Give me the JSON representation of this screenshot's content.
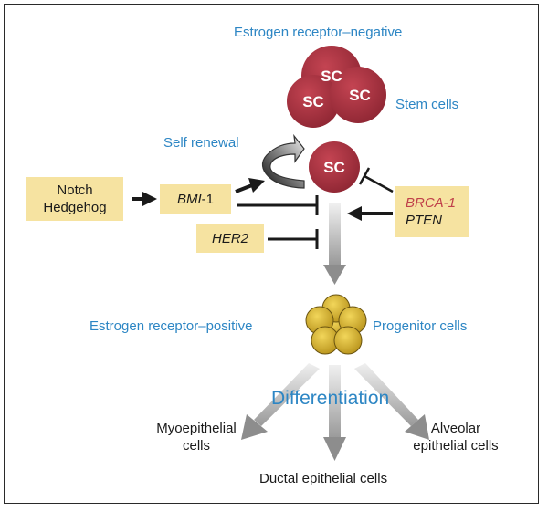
{
  "header": {
    "er_negative": "Estrogen receptor–negative"
  },
  "stem": {
    "cell_label": "SC",
    "caption": "Stem cells"
  },
  "self_renewal": "Self renewal",
  "boxes": {
    "notch_line1": "Notch",
    "notch_line2": "Hedgehog",
    "bmi_gene": "BMI",
    "bmi_suffix": "-1",
    "her2": "HER2",
    "brca1": "BRCA-1",
    "pten": "PTEN"
  },
  "progenitor": {
    "er_positive": "Estrogen receptor–positive",
    "caption": "Progenitor cells"
  },
  "differentiation": "Differentiation",
  "outputs": {
    "myo_line1": "Myoepithelial",
    "myo_line2": "cells",
    "alveolar_line1": "Alveolar",
    "alveolar_line2": "epithelial cells",
    "ductal": "Ductal epithelial cells"
  },
  "colors": {
    "stem_cell": "#a8323e",
    "box_fill": "#f6e3a1",
    "label_blue": "#2d86c4",
    "progenitor_fill": "#d6b227",
    "arrow": "#1a1a1a"
  }
}
